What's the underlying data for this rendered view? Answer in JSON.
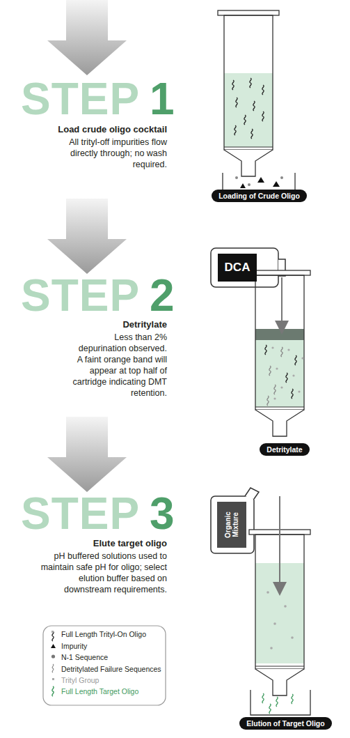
{
  "diagram": {
    "nodes": [
      {
        "text": [
          "Loading of Crude Oligo"
        ]
      },
      {
        "text": [
          "DCA"
        ]
      },
      {
        "text": [
          "Detritylate"
        ]
      },
      {
        "text": [
          "Organic Mixture"
        ]
      },
      {
        "text": [
          "Elution of Target Oligo"
        ]
      }
    ],
    "labels": [
      "STEP",
      "1",
      "Load crude oligo cocktail",
      "All trityl-off impurities flow directly through; no wash required.",
      "STEP",
      "2",
      "Detritylate",
      "Less than 2% depurination observed. A faint orange band will appear at top half of cartridge indicating DMT retention.",
      "STEP",
      "3",
      "Elute target oligo",
      "pH buffered solutions used to maintain safe pH for oligo; select elution buffer based on downstream requirements."
    ],
    "legend": [
      {
        "text": "Full Length Trityl-On Oligo"
      },
      {
        "text": "Impurity"
      },
      {
        "text": "N-1 Sequence"
      },
      {
        "text": "Detritylated Failure Sequences"
      },
      {
        "text": "Trityl Group"
      },
      {
        "text": "Full Length Target Oligo"
      }
    ]
  }
}
